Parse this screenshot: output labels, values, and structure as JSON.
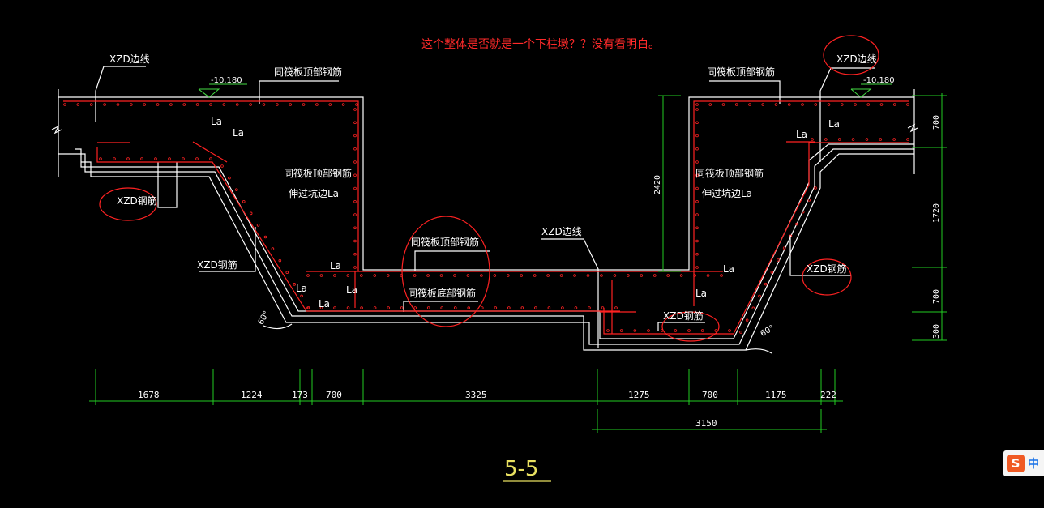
{
  "question": "这个整体是否就是一个下柱墩？？没有看明白。",
  "drawing_title": "5-5",
  "labels": {
    "xzd_edge_left": "XZD边线",
    "xzd_edge_right": "XZD边线",
    "xzd_edge_mid": "XZD边线",
    "xzd_rebar": "XZD钢筋",
    "elev_left": "-10.180",
    "elev_right": "-10.180",
    "raft_top_left": "同筏板顶部钢筋",
    "raft_top_right": "同筏板顶部钢筋",
    "raft_top_mid": "同筏板顶部钢筋",
    "raft_bottom_mid": "同筏板底部钢筋",
    "extend_line1": "同筏板顶部钢筋",
    "extend_line2": "伸过坑边La",
    "la": "La"
  },
  "dimensions": {
    "bottom": [
      "1678",
      "1224",
      "173",
      "700",
      "3325",
      "1275",
      "700",
      "1175",
      "222"
    ],
    "overall": "3150",
    "vertical_mid": "2420",
    "right_side": [
      "700",
      "1720",
      "700",
      "300"
    ]
  },
  "colors": {
    "structure": "#ffffff",
    "rebar": "#ff2222",
    "dimension": "#22cc22",
    "annotation": "#ff2a2a",
    "title": "#e8e060"
  },
  "ime": {
    "glyph": "S",
    "label": "中"
  }
}
